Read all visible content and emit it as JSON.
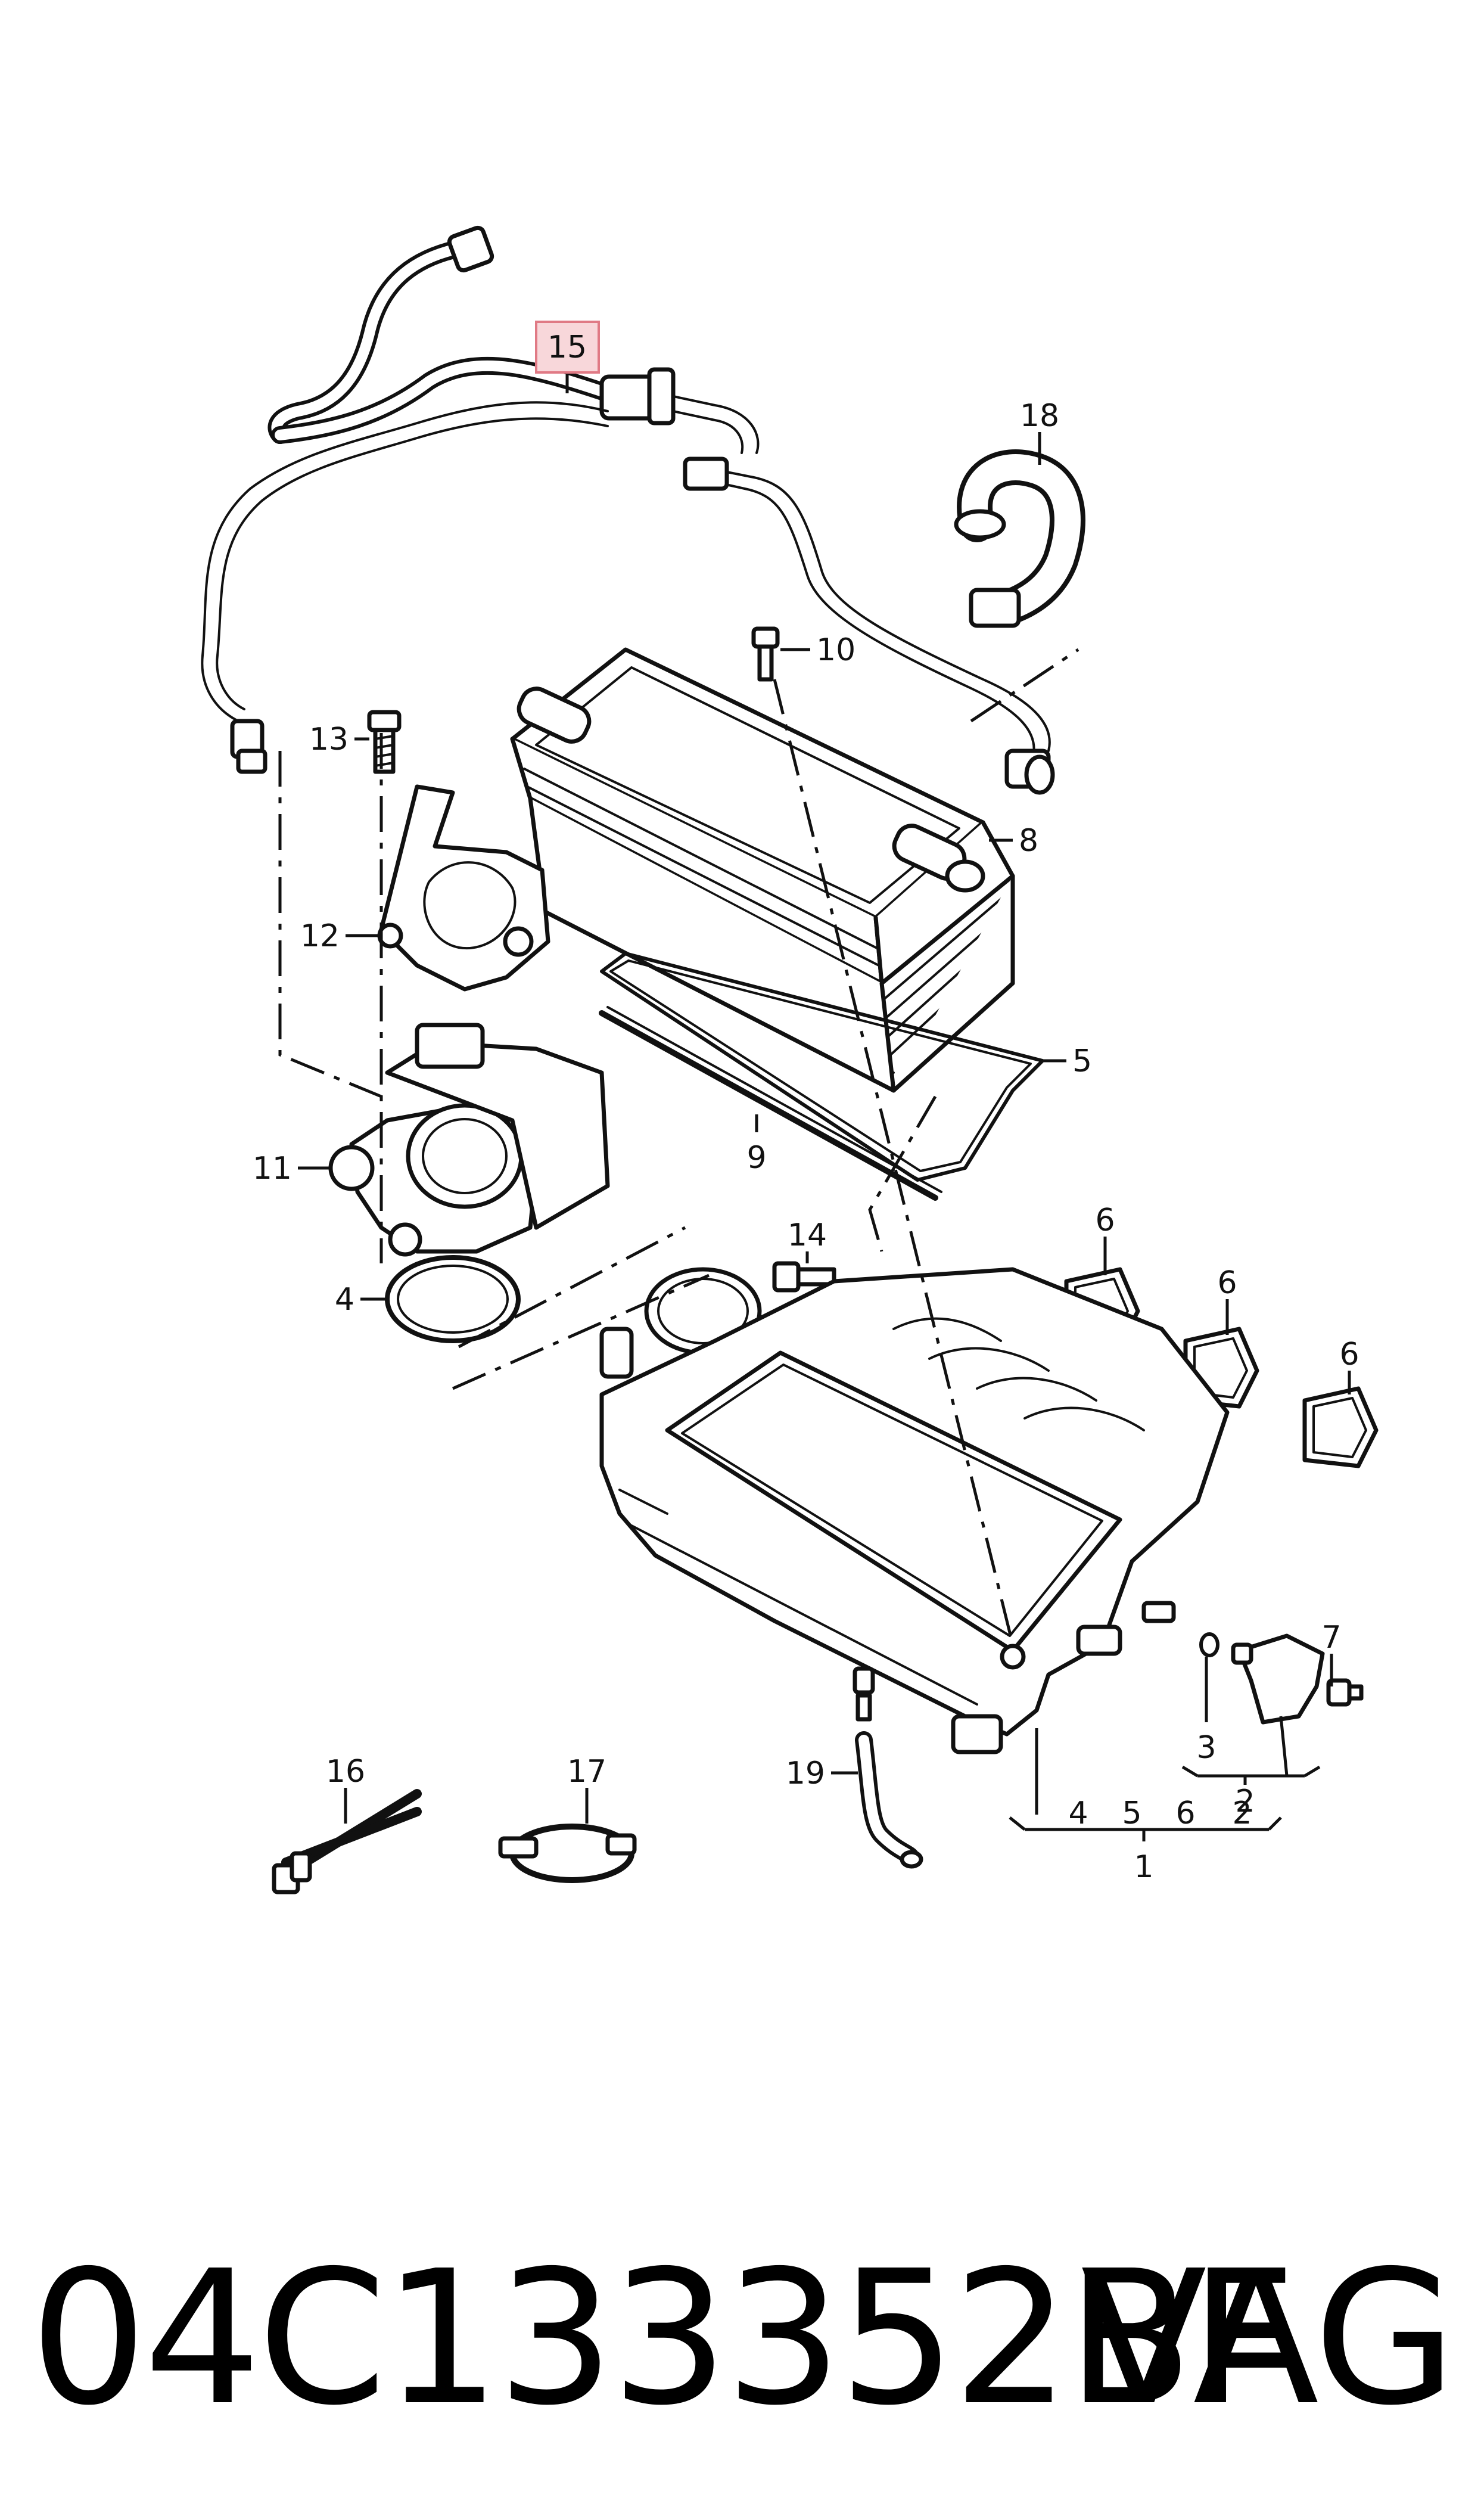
{
  "diagram": {
    "callouts": [
      {
        "id": "c15",
        "label": "15",
        "highlighted": true
      },
      {
        "id": "c18",
        "label": "18"
      },
      {
        "id": "c10",
        "label": "10"
      },
      {
        "id": "c13",
        "label": "13"
      },
      {
        "id": "c8",
        "label": "8"
      },
      {
        "id": "c12",
        "label": "12"
      },
      {
        "id": "c5",
        "label": "5"
      },
      {
        "id": "c9",
        "label": "9"
      },
      {
        "id": "c11",
        "label": "11"
      },
      {
        "id": "c14",
        "label": "14"
      },
      {
        "id": "c6a",
        "label": "6"
      },
      {
        "id": "c6b",
        "label": "6"
      },
      {
        "id": "c6c",
        "label": "6"
      },
      {
        "id": "c4",
        "label": "4"
      },
      {
        "id": "c7",
        "label": "7"
      },
      {
        "id": "c3",
        "label": "3"
      },
      {
        "id": "c2",
        "label": "2"
      },
      {
        "id": "c16",
        "label": "16"
      },
      {
        "id": "c17",
        "label": "17"
      },
      {
        "id": "c19",
        "label": "19"
      },
      {
        "id": "g4",
        "label": "4"
      },
      {
        "id": "g5",
        "label": "5"
      },
      {
        "id": "g6",
        "label": "6"
      },
      {
        "id": "g2",
        "label": "2"
      },
      {
        "id": "c1",
        "label": "1"
      }
    ],
    "highlight_fill": "#f8d7da",
    "highlight_stroke": "#e07a85"
  },
  "footer": {
    "part_number": "04C133352BF",
    "brand": "VAG"
  }
}
